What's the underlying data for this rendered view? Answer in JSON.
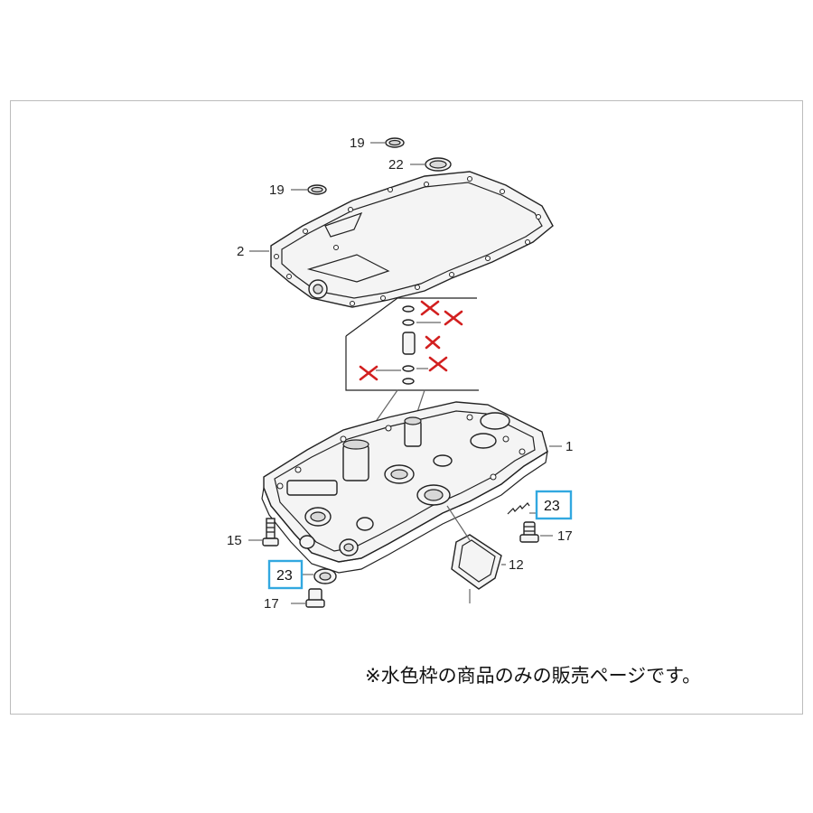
{
  "callouts": {
    "p19a": "19",
    "p22": "22",
    "p19b": "19",
    "p2": "2",
    "p1": "1",
    "p15": "15",
    "p17a": "17",
    "p17b": "17",
    "p12": "12"
  },
  "highlighted": {
    "h23a": "23",
    "h23b": "23"
  },
  "note": "※水色枠の商品のみの販売ページです。",
  "colors": {
    "highlight": "#32a8e0",
    "cross_mark": "#d21f1f"
  }
}
